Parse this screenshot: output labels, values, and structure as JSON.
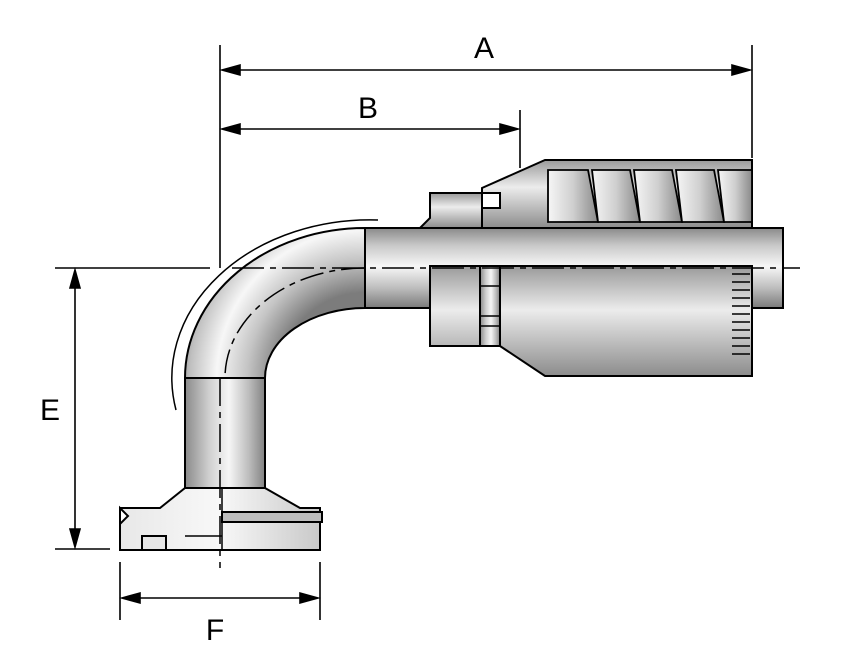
{
  "diagram": {
    "dimensions": {
      "a": "A",
      "b": "B",
      "e": "E",
      "f": "F"
    }
  },
  "colors": {
    "line": "#000000",
    "metal_dark": "#7d7d7d",
    "metal_mid": "#b9b9b9",
    "metal_light": "#f4f4f4",
    "background": "#ffffff"
  }
}
